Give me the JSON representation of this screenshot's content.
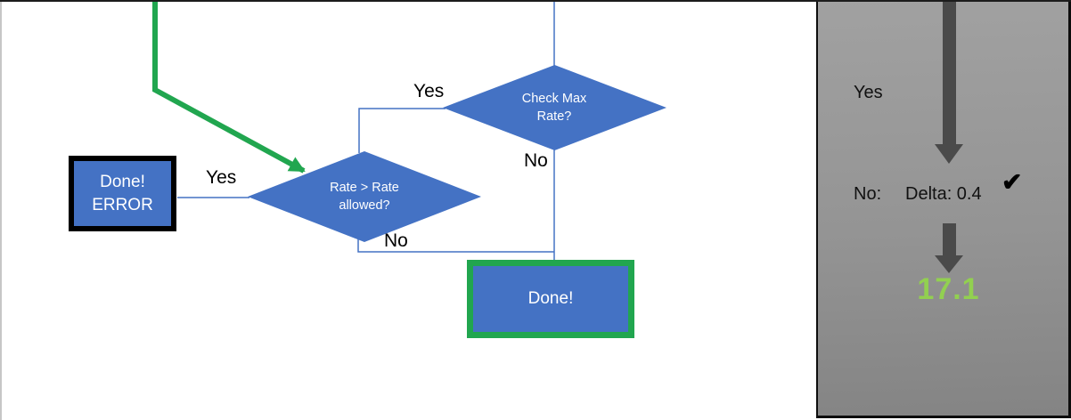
{
  "flowchart": {
    "decision_check_max_rate": {
      "line1": "Check Max",
      "line2": "Rate?"
    },
    "decision_rate_allowed": {
      "line1": "Rate > Rate",
      "line2": "allowed?"
    },
    "box_done_error": {
      "line1": "Done!",
      "line2": "ERROR"
    },
    "box_done": {
      "label": "Done!"
    },
    "edge_labels": {
      "check_max_yes": "Yes",
      "check_max_no": "No",
      "rate_allowed_yes": "Yes",
      "rate_allowed_no": "No"
    }
  },
  "side_panel": {
    "yes_label": "Yes",
    "no_label": "No:",
    "delta_value": "Delta: 0.4",
    "check_mark": "✔",
    "result_value": "17.1"
  },
  "colors": {
    "shape_blue": "#4472C4",
    "connector_blue": "#4472C4",
    "accent_green": "#21A64F",
    "result_green": "#92D050",
    "arrow_gray": "#4A4A4A",
    "panel_gray": "#949494",
    "border_black": "#000000"
  }
}
